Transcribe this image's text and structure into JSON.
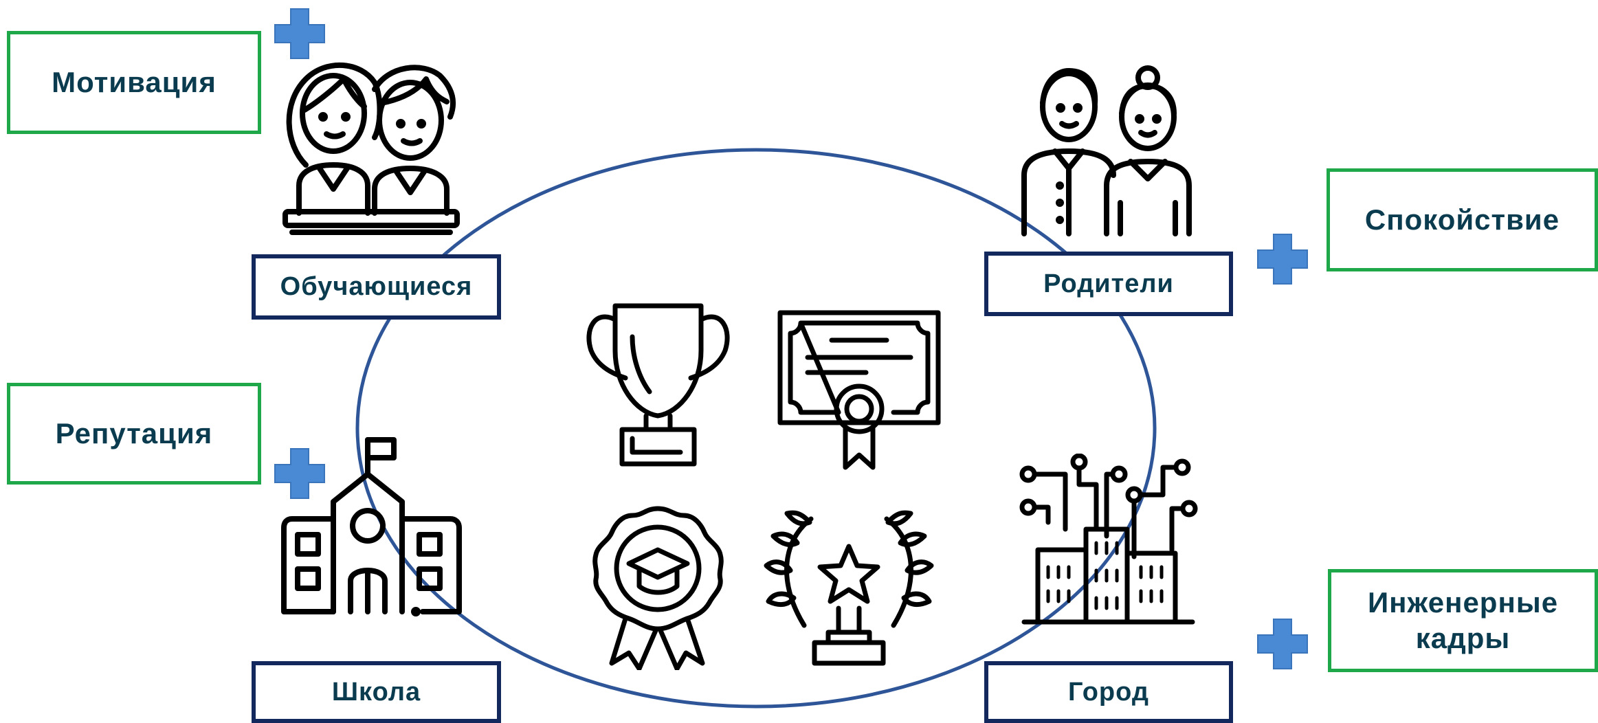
{
  "diagram": {
    "accent_colors": {
      "ellipse": "#2e5597",
      "outcome_border": "#1fa84a",
      "stakeholder_border": "#13285c",
      "plus": "#4a8ad4",
      "text": "#0b3b4f"
    },
    "outcomes": {
      "motivation": "Мотивация",
      "reputation": "Репутация",
      "calm": "Спокойствие",
      "engineers_line1": "Инженерные",
      "engineers_line2": "кадры"
    },
    "stakeholders": {
      "students": "Обучающиеся",
      "parents": "Родители",
      "school": "Школа",
      "city": "Город"
    },
    "icons": [
      "students-icon",
      "parents-icon",
      "school-icon",
      "city-icon",
      "trophy-icon",
      "certificate-icon",
      "graduation-badge-icon",
      "laurel-star-award-icon",
      "plus-icon"
    ]
  }
}
